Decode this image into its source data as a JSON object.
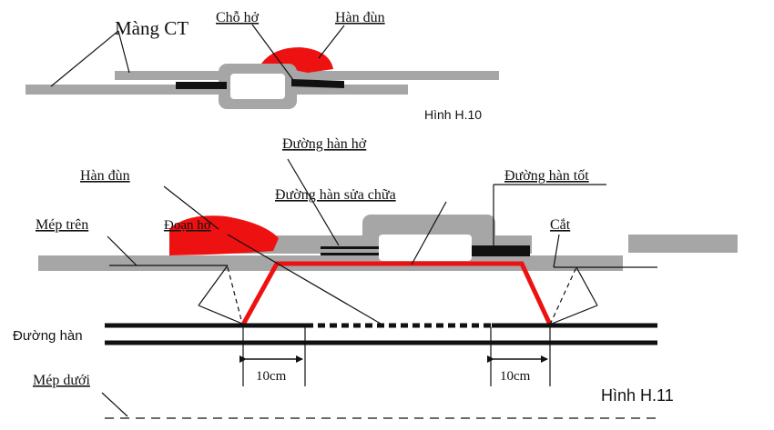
{
  "figure_top": {
    "labels": {
      "membrane": "Màng CT",
      "gap": "Chỗ hở",
      "overweld": "Hàn đùn"
    },
    "caption": "Hình H.10"
  },
  "figure_bottom": {
    "labels": {
      "overweld": "Hàn đùn",
      "upper_edge": "Mép trên",
      "gap_segment": "Đoạn hở",
      "open_seam": "Đường hàn hở",
      "repair_seam": "Đường hàn sửa chữa",
      "good_seam": "Đường hàn tốt",
      "cut": "Cắt",
      "seam": "Đường hàn",
      "lower_edge": "Mép dưới",
      "dim_left": "10cm",
      "dim_right": "10cm"
    },
    "caption": "Hình H.11"
  },
  "colors": {
    "membrane_gray": "#a6a6a6",
    "weld_red": "#ee1111",
    "seam_black": "#111111"
  }
}
